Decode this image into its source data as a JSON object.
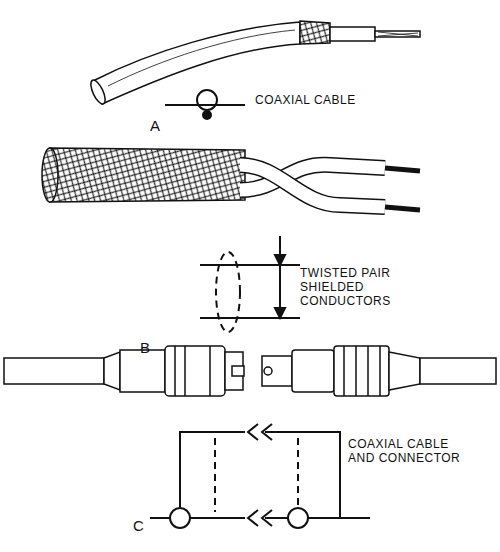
{
  "diagram": {
    "labels": [
      "COAXIAL CABLE",
      "A",
      "TWISTED PAIR SHIELDED CONDUCTORS",
      "B",
      "COAXIAL CABLE AND CONNECTOR",
      "C"
    ]
  }
}
